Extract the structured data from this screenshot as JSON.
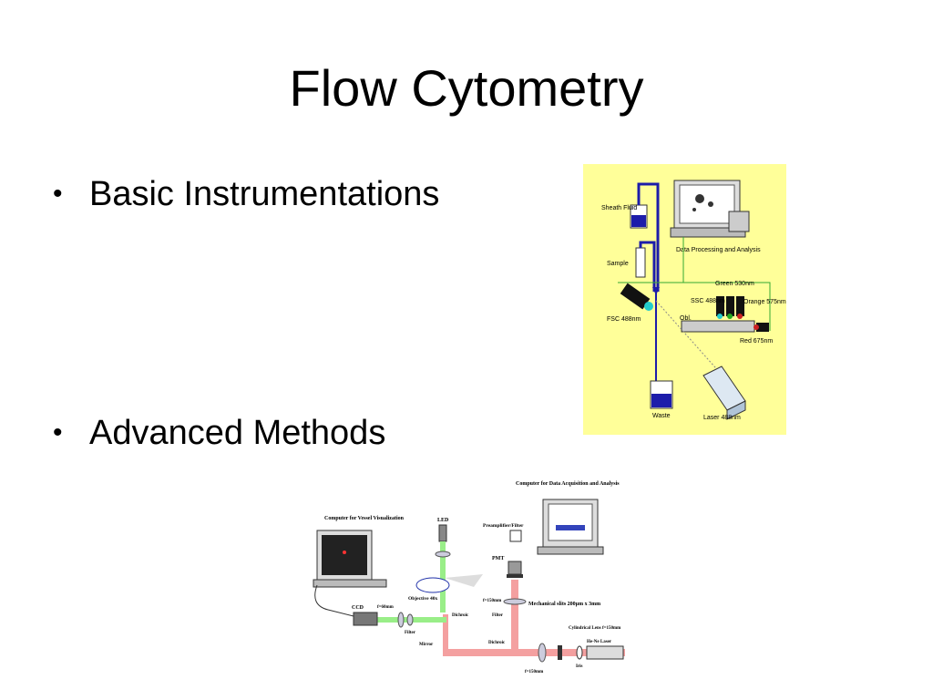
{
  "slide": {
    "title": "Flow Cytometry",
    "bullets": [
      {
        "symbol": "•",
        "text": "Basic Instrumentations"
      },
      {
        "symbol": "•",
        "text": "Advanced Methods"
      }
    ]
  },
  "basic_diagram": {
    "background": "#ffff99",
    "labels": {
      "sheath_fluid": "Sheath Fluid",
      "data_processing": "Data Processing and Analysis",
      "sample": "Sample",
      "green": "Green 530nm",
      "ssc": "SSC 488nm",
      "orange": "Orange 575nm",
      "fsc": "FSC 488nm",
      "obl": "Obl.",
      "red": "Red 675nm",
      "waste": "Waste",
      "laser": "Laser 488nm"
    }
  },
  "advanced_diagram": {
    "labels": {
      "computer_acq": "Computer for Data Acquisition and Analysis",
      "computer_vessel": "Computer for Vessel Visualization",
      "led": "LED",
      "preamp": "Preamplifier/Filter",
      "pmt": "PMT",
      "objective": "Objective 40x",
      "f60": "f=60mm",
      "f150a": "f=150mm",
      "ccd": "CCD",
      "filter1": "Filter",
      "dichroic1": "Dichroic",
      "filter2": "Filter",
      "mech_slits": "Mechanical slits 200µm x 3mm",
      "cyl_lens": "Cylindrical Lens f=150mm",
      "mirror": "Mirror",
      "dichroic2": "Dichroic",
      "laser": "He-Ne Laser",
      "iris": "Iris",
      "f150b": "f=150mm"
    }
  }
}
